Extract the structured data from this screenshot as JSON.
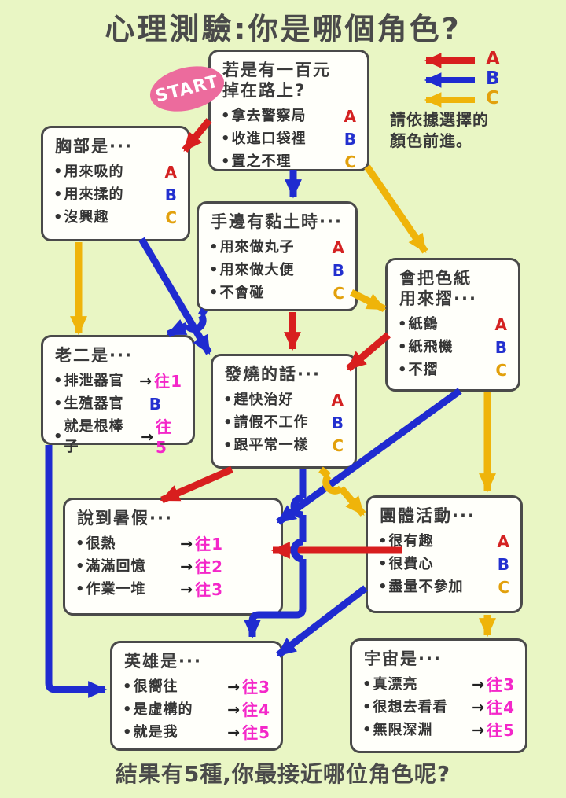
{
  "title": "心理測驗:你是哪個角色?",
  "footer": "結果有5種,你最接近哪位角色呢?",
  "start_label": "START",
  "legend": {
    "arrows": [
      {
        "label": "A",
        "color": "#d81e1e"
      },
      {
        "label": "B",
        "color": "#1f2bd0"
      },
      {
        "label": "C",
        "color": "#efb40a"
      }
    ],
    "note": "請依據選擇的\n顏色前進。"
  },
  "ui": {
    "bullet": "•",
    "goto_arrow": "→"
  },
  "colors": {
    "background": "#e9f6c4",
    "box_fill": "#fffffa",
    "box_border": "#4a4a4a",
    "text": "#3a3a3a",
    "choice_a_red": "#d81e1e",
    "choice_b_blue": "#1f2bd0",
    "choice_c_yellow": "#efb40a",
    "goto_magenta": "#f427c9",
    "start_pink": "#ec6b9d"
  },
  "boxes": {
    "q1": {
      "title": "若是有一百元\n掉在路上?",
      "options": [
        {
          "text": "拿去警察局",
          "tag": "A"
        },
        {
          "text": "收進口袋裡",
          "tag": "B"
        },
        {
          "text": "置之不理",
          "tag": "C"
        }
      ]
    },
    "chest": {
      "title": "胸部是···",
      "options": [
        {
          "text": "用來吸的",
          "tag": "A"
        },
        {
          "text": "用來揉的",
          "tag": "B"
        },
        {
          "text": "沒興趣",
          "tag": "C"
        }
      ]
    },
    "clay": {
      "title": "手邊有黏土時···",
      "options": [
        {
          "text": "用來做丸子",
          "tag": "A"
        },
        {
          "text": "用來做大便",
          "tag": "B"
        },
        {
          "text": "不會碰",
          "tag": "C"
        }
      ]
    },
    "paper": {
      "title": "會把色紙\n用來摺···",
      "options": [
        {
          "text": "紙鶴",
          "tag": "A"
        },
        {
          "text": "紙飛機",
          "tag": "B"
        },
        {
          "text": "不摺",
          "tag": "C"
        }
      ]
    },
    "second": {
      "title": "老二是···",
      "options": [
        {
          "text": "排泄器官",
          "tag": "往1"
        },
        {
          "text": "生殖器官",
          "tag": "B"
        },
        {
          "text": "就是根棒子",
          "tag": "往5"
        }
      ]
    },
    "fever": {
      "title": "發燒的話···",
      "options": [
        {
          "text": "趕快治好",
          "tag": "A"
        },
        {
          "text": "請假不工作",
          "tag": "B"
        },
        {
          "text": "跟平常一樣",
          "tag": "C"
        }
      ]
    },
    "summer": {
      "title": "說到暑假···",
      "options": [
        {
          "text": "很熱",
          "tag": "往1"
        },
        {
          "text": "滿滿回憶",
          "tag": "往2"
        },
        {
          "text": "作業一堆",
          "tag": "往3"
        }
      ]
    },
    "group": {
      "title": "團體活動···",
      "options": [
        {
          "text": "很有趣",
          "tag": "A"
        },
        {
          "text": "很費心",
          "tag": "B"
        },
        {
          "text": "盡量不參加",
          "tag": "C"
        }
      ]
    },
    "hero": {
      "title": "英雄是···",
      "options": [
        {
          "text": "很嚮往",
          "tag": "往3"
        },
        {
          "text": "是虛構的",
          "tag": "往4"
        },
        {
          "text": "就是我",
          "tag": "往5"
        }
      ]
    },
    "universe": {
      "title": "宇宙是···",
      "options": [
        {
          "text": "真漂亮",
          "tag": "往3"
        },
        {
          "text": "很想去看看",
          "tag": "往4"
        },
        {
          "text": "無限深淵",
          "tag": "往5"
        }
      ]
    }
  }
}
